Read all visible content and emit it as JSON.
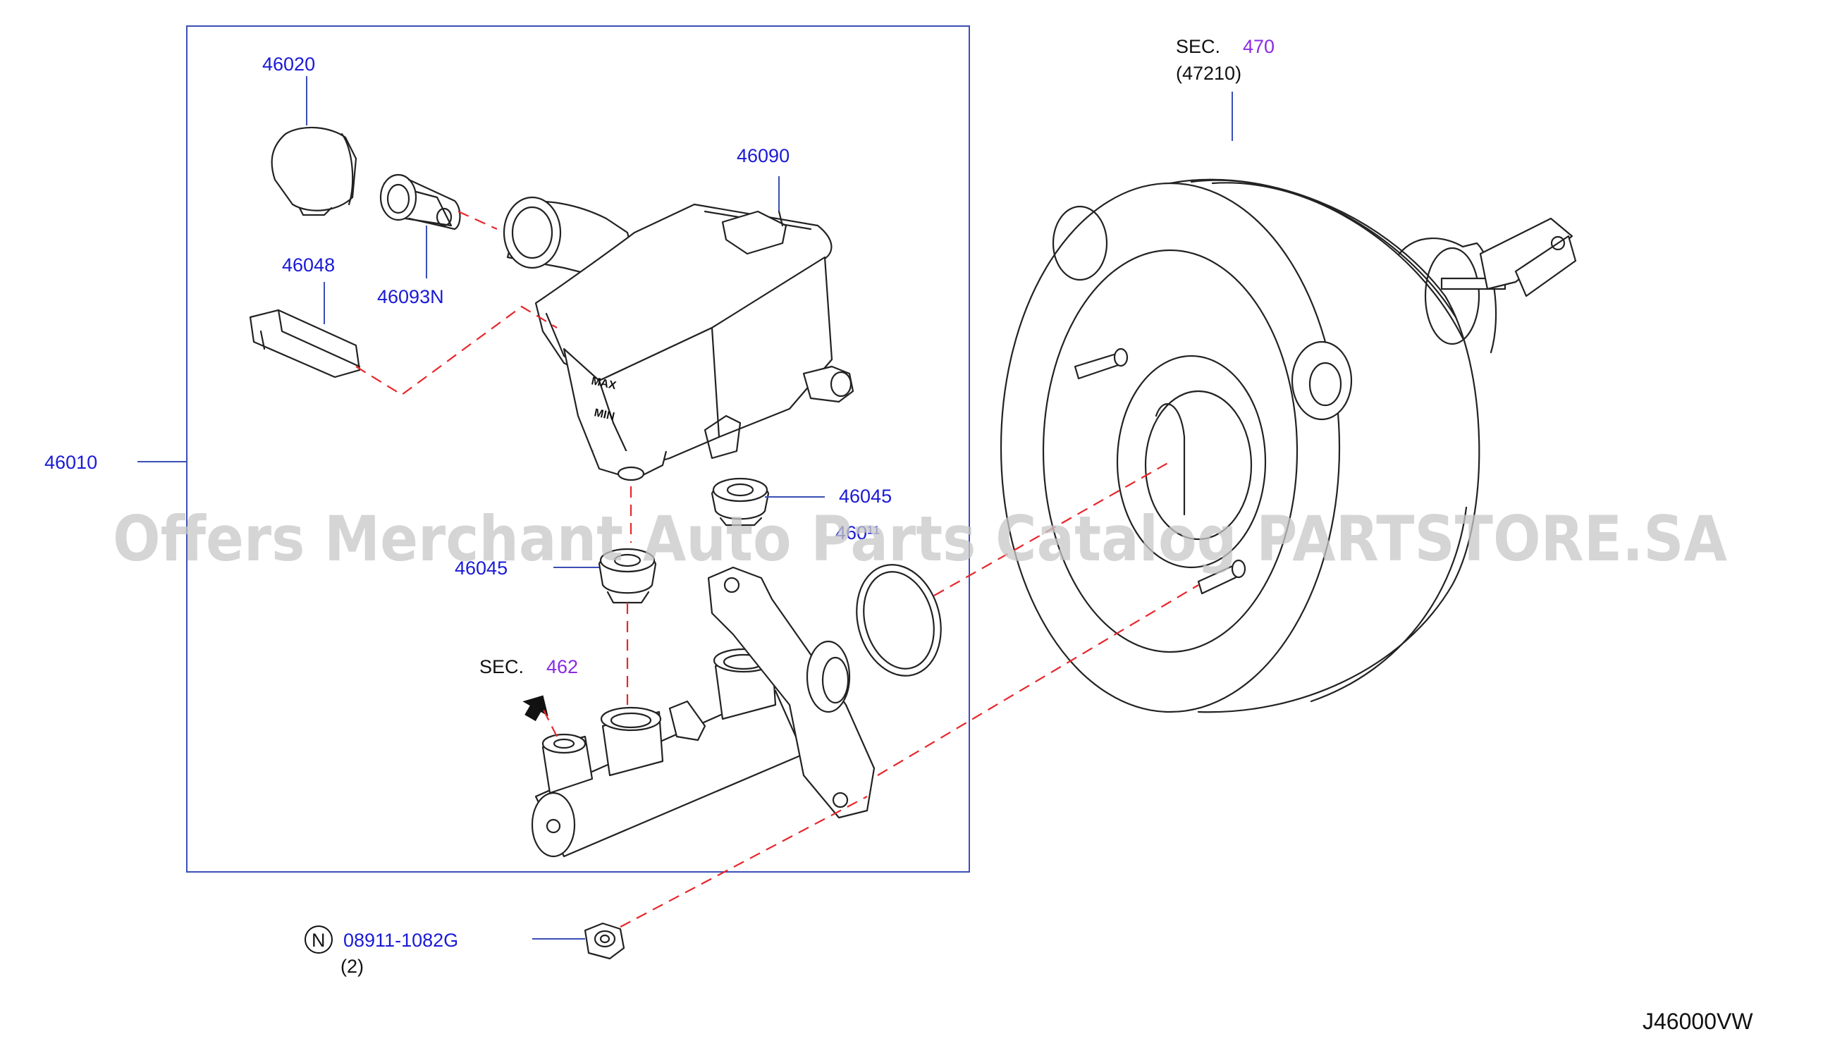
{
  "labels": {
    "p46020": "46020",
    "p46090": "46090",
    "p46048": "46048",
    "p46093n": "46093N",
    "p46010": "46010",
    "p46045_top": "46045",
    "p46045_bottom": "46045",
    "p46011_partial": "460¹¹",
    "sec_462_prefix": "SEC.",
    "sec_462_num": "462",
    "sec_470_prefix": "SEC.",
    "sec_470_num": "470",
    "sec_470_sub": "(47210)",
    "nut_symbol": "N",
    "nut_part": "08911-1082G",
    "nut_qty": "(2)",
    "reservoir_max": "MAX",
    "reservoir_min": "MIN",
    "diagram_code": "J46000VW"
  },
  "watermark": "Offers Merchant Auto Parts Catalog PARTSTORE.SA",
  "colors": {
    "callout": "#1a1ad6",
    "section_ref": "#8a2be2",
    "leader": "#3a4fb5",
    "dashed": "#e8262a"
  }
}
